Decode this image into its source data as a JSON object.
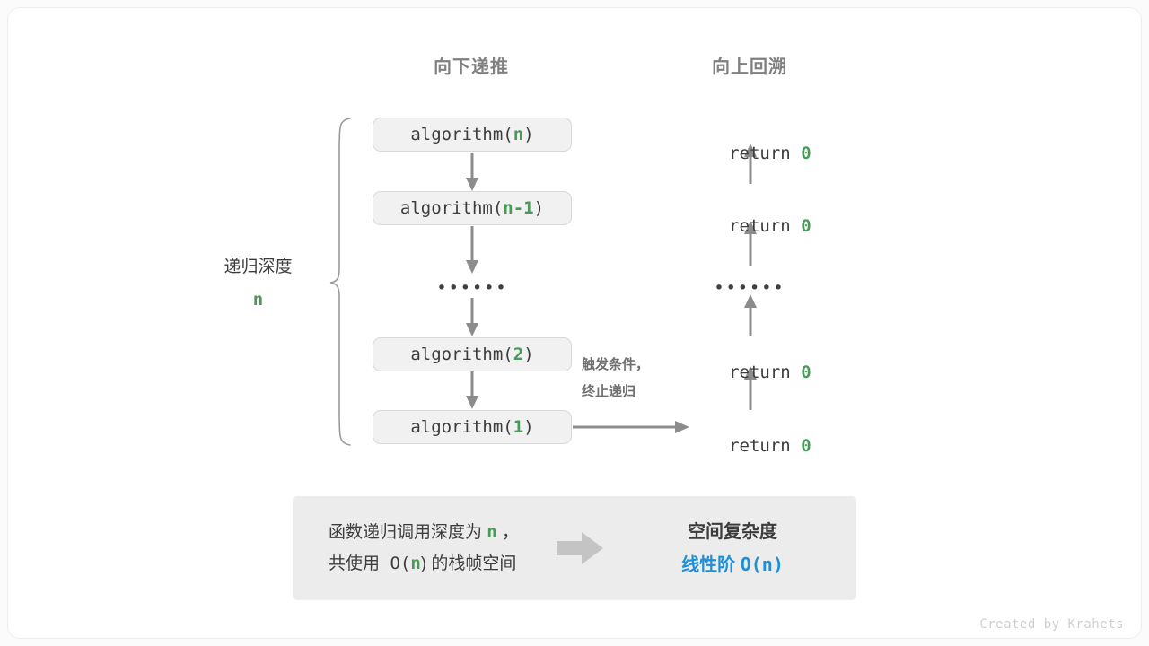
{
  "headers": {
    "down": "向下递推",
    "up": "向上回溯"
  },
  "depth": {
    "label": "递归深度",
    "value": "n"
  },
  "call_stack": [
    {
      "prefix": "algorithm(",
      "arg": "n",
      "suffix": ")"
    },
    {
      "prefix": "algorithm(",
      "arg": "n-1",
      "suffix": ")"
    },
    {
      "ellipsis": "••••••"
    },
    {
      "prefix": "algorithm(",
      "arg": "2",
      "suffix": ")"
    },
    {
      "prefix": "algorithm(",
      "arg": "1",
      "suffix": ")"
    }
  ],
  "returns": [
    {
      "keyword": "return ",
      "value": "0"
    },
    {
      "keyword": "return ",
      "value": "0"
    },
    {
      "ellipsis": "••••••"
    },
    {
      "keyword": "return ",
      "value": "0"
    },
    {
      "keyword": "return ",
      "value": "0"
    }
  ],
  "trigger_note": {
    "line1": "触发条件，",
    "line2": "终止递归"
  },
  "summary": {
    "left_line1_a": "函数递归调用深度为 ",
    "left_line1_n": "n",
    "left_line1_b": " ，",
    "left_line2_a": "共使用 O(",
    "left_line2_n": "n",
    "left_line2_b": ") 的栈帧空间",
    "right_title": "空间复杂度",
    "right_value_text": "线性阶 ",
    "right_value_mono": "O(n)"
  },
  "credit": "Created by Krahets",
  "colors": {
    "accent_green": "#479b54",
    "accent_blue": "#1e90d8",
    "box_fill": "#f1f1f1",
    "box_border": "#d8d8d8",
    "panel_fill": "#ececec",
    "arrow_gray": "#8c8c8c",
    "text_dark": "#3c3c3c",
    "text_muted": "#808080"
  }
}
